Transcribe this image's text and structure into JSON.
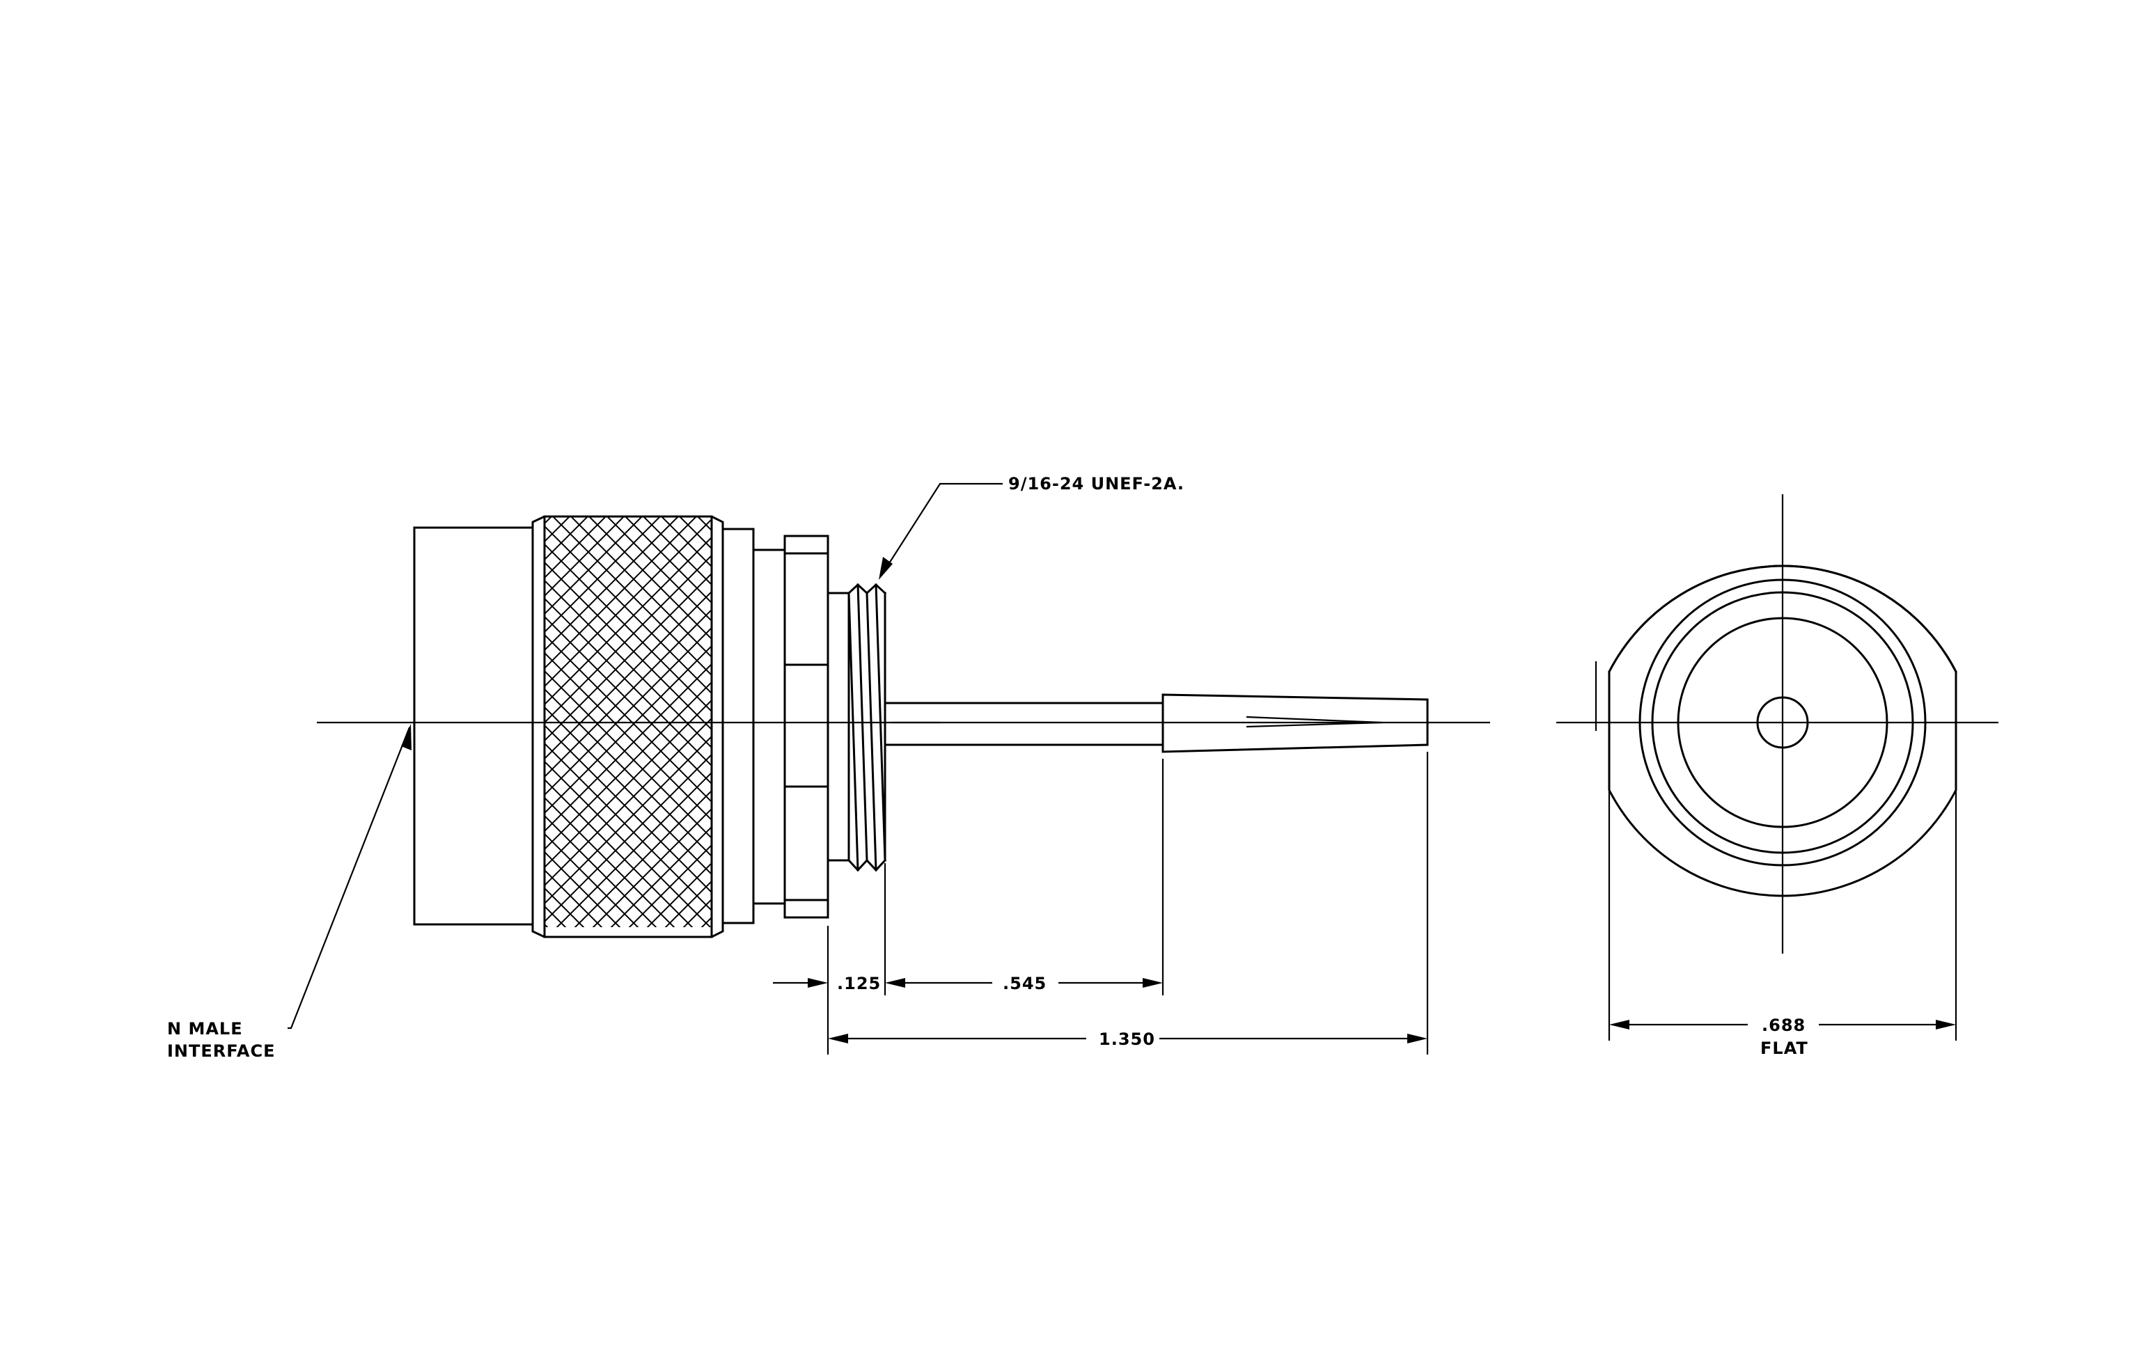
{
  "callouts": {
    "thread_spec": "9/16-24 UNEF-2A.",
    "interface_line1": "N  MALE",
    "interface_line2": "INTERFACE"
  },
  "dimensions": {
    "dim_125": ".125",
    "dim_545": ".545",
    "dim_1350": "1.350",
    "dim_688": ".688",
    "dim_688_note": "FLAT"
  },
  "colors": {
    "line": "#000000",
    "background": "#ffffff"
  },
  "icons": {
    "knurl_pattern": "crosshatch-knurl-icon",
    "arrowheads": "dimension-arrow-icon"
  }
}
